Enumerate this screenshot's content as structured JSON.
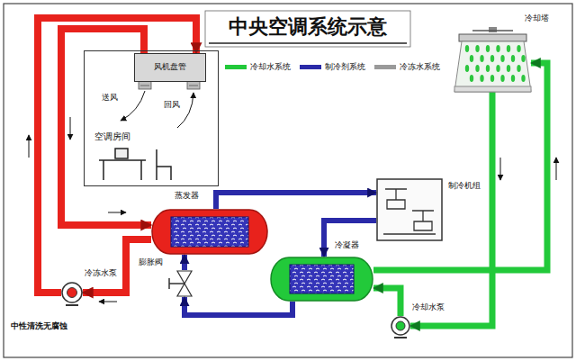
{
  "diagram": {
    "title": "中央空调系统示意",
    "nodes": [
      {
        "text": [
          "空调房间"
        ]
      },
      {
        "text": [
          "风机盘管"
        ],
        "in": 0
      },
      {
        "text": [
          "冷却塔"
        ]
      },
      {
        "text": [
          "制冷机组"
        ]
      },
      {
        "text": [
          "蒸发器"
        ]
      },
      {
        "text": [
          "冷凝器"
        ]
      },
      {
        "text": [
          "膨胀阀"
        ]
      },
      {
        "text": [
          "冷冻水泵"
        ]
      },
      {
        "text": [
          "冷却水泵"
        ]
      }
    ],
    "edges": [
      {
        "from": 7,
        "to": 1,
        "arrow": "to"
      },
      {
        "from": 1,
        "to": 4,
        "arrow": "to"
      },
      {
        "from": 4,
        "to": 7,
        "arrow": "to"
      },
      {
        "from": 4,
        "to": 3,
        "arrow": "to"
      },
      {
        "from": 3,
        "to": 5,
        "arrow": "to"
      },
      {
        "from": 5,
        "to": 6,
        "arrow": "to"
      },
      {
        "from": 6,
        "to": 4,
        "arrow": "to"
      },
      {
        "from": 5,
        "to": 2,
        "arrow": "to"
      },
      {
        "from": 2,
        "to": 8,
        "arrow": "to"
      },
      {
        "from": 8,
        "to": 5,
        "arrow": "to"
      }
    ],
    "labels": [
      "送风",
      "回风",
      "中性清洗无腐蚀"
    ],
    "legend": [
      {
        "text": "冷却水系统",
        "color": "#22c93a"
      },
      {
        "text": "制冷剂系统",
        "color": "#2a2aa8"
      },
      {
        "text": "冷冻水系统",
        "color": "#9a9a9a"
      }
    ]
  }
}
